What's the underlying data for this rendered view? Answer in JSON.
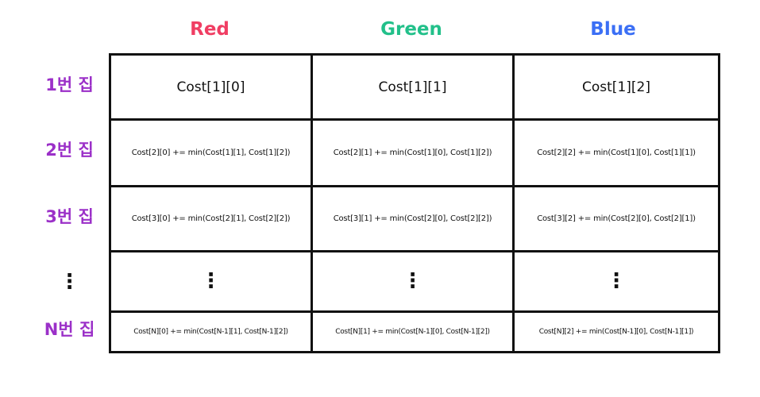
{
  "columns": [
    {
      "label": "Red",
      "color": "#f03e63"
    },
    {
      "label": "Green",
      "color": "#22c08a"
    },
    {
      "label": "Blue",
      "color": "#3b6ff5"
    }
  ],
  "rows": [
    {
      "label": "1번 집",
      "cells": [
        "Cost[1][0]",
        "Cost[1][1]",
        "Cost[1][2]"
      ]
    },
    {
      "label": "2번 집",
      "cells": [
        "Cost[2][0] += min(Cost[1][1], Cost[1][2])",
        "Cost[2][1] += min(Cost[1][0], Cost[1][2])",
        "Cost[2][2] += min(Cost[1][0], Cost[1][1])"
      ]
    },
    {
      "label": "3번 집",
      "cells": [
        "Cost[3][0] += min(Cost[2][1], Cost[2][2])",
        "Cost[3][1] += min(Cost[2][0], Cost[2][2])",
        "Cost[3][2] += min(Cost[2][0], Cost[2][1])"
      ]
    },
    {
      "label": "⋮",
      "cells": [
        "⋮",
        "⋮",
        "⋮"
      ]
    },
    {
      "label": "N번 집",
      "cells": [
        "Cost[N][0] += min(Cost[N-1][1], Cost[N-1][2])",
        "Cost[N][1] += min(Cost[N-1][0], Cost[N-1][2])",
        "Cost[N][2] += min(Cost[N-1][0], Cost[N-1][1])"
      ]
    }
  ],
  "row_label_color": "#9b30c8"
}
